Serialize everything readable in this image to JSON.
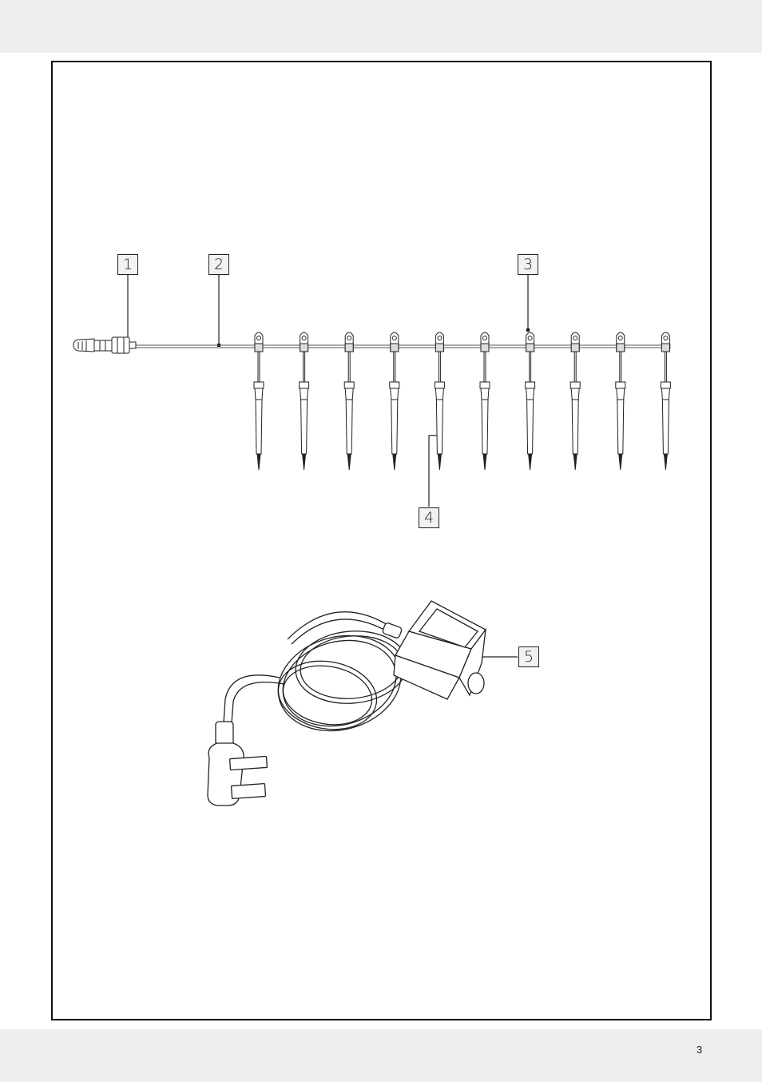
{
  "callouts": {
    "c1": "1",
    "c2": "2",
    "c3": "3",
    "c4": "4",
    "c5": "5"
  },
  "footer": {
    "page_number": "3"
  },
  "light_string": {
    "lamp_count": 10
  },
  "colors": {
    "band": "#eeeeee",
    "line": "#222222"
  }
}
